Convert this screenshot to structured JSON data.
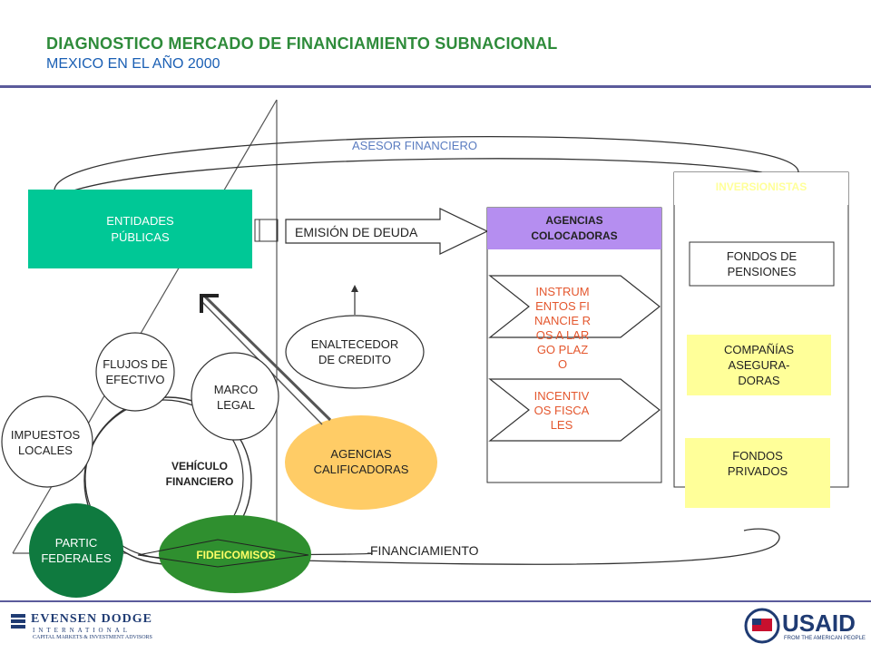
{
  "header": {
    "title": "DIAGNOSTICO MERCADO DE FINANCIAMIENTO SUBNACIONAL",
    "subtitle": "MEXICO EN EL AÑO 2000"
  },
  "diagram": {
    "asesor": "ASESOR FINANCIERO",
    "entidades": "ENTIDADES PÚBLICAS",
    "emision": "EMISIÓN DE DEUDA",
    "agencias_colocadoras": "AGENCIAS COLOCADORAS",
    "instrumentos": "INSTRUM ENTOS FINANCIE ROS A LARGO PLAZO",
    "incentivos": "INCENTIV OS FISCALES",
    "inversionistas": "INVERSIONISTAS",
    "fondos_pensiones": "FONDOS DE PENSIONES",
    "companias": "COMPAÑÍAS ASEGURA- DORAS",
    "fondos_privados": "FONDOS PRIVADOS",
    "enaltecedor": "ENALTECEDOR DE CREDITO",
    "calificadoras": "AGENCIAS CALIFICADORAS",
    "flujos": "FLUJOS DE EFECTIVO",
    "marco": "MARCO LEGAL",
    "impuestos": "IMPUESTOS LOCALES",
    "vehiculo": "VEHÍCULO FINANCIERO",
    "partic": "PARTIC FEDERALES",
    "fideicomisos": "FIDEICOMISOS",
    "financiamiento": "FINANCIAMIENTO"
  },
  "footer": {
    "brand_line1": "EVENSEN DODGE",
    "brand_line2": "INTERNATIONAL",
    "brand_line3": "CAPITAL MARKETS & INVESTMENT ADVISORS",
    "usaid": "USAID",
    "usaid_tagline": "FROM THE AMERICAN PEOPLE"
  },
  "colors": {
    "entidades": "#00c896",
    "agencias_colocadoras": "#b58ef0",
    "yellow": "#ffff99",
    "calificadoras": "#ffcc66",
    "fideicomisos": "#2f8f2f",
    "partic": "#0f7a3f",
    "title_green": "#2e8b3a",
    "subtitle_blue": "#1a5fb4"
  }
}
